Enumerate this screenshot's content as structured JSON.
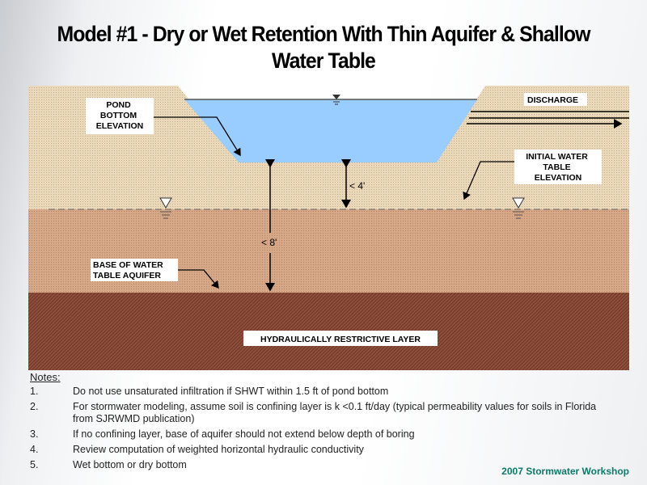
{
  "title": {
    "line1": "Model #1 - Dry or Wet Retention With Thin Aquifer & Shallow",
    "line2": "Water Table"
  },
  "diagram": {
    "labels": {
      "pond_bottom": [
        "POND",
        "BOTTOM",
        "ELEVATION"
      ],
      "discharge": "DISCHARGE",
      "initial_water_table": [
        "INITIAL WATER",
        "TABLE",
        "ELEVATION"
      ],
      "base_aquifer": [
        "BASE OF WATER",
        "TABLE AQUIFER"
      ],
      "restrictive_layer": "HYDRAULICALLY RESTRICTIVE LAYER",
      "dim_4ft": "< 4'",
      "dim_8ft": "< 8'"
    },
    "colors": {
      "water": "#99ccff",
      "upper_soil": "#e6d3b4",
      "aquifer": "#d2a283",
      "restrictive": "#8b4c3a"
    }
  },
  "notes": {
    "heading": "Notes:",
    "items": [
      {
        "num": "1.",
        "text": "Do not use unsaturated infiltration if SHWT within 1.5 ft of pond bottom"
      },
      {
        "num": "2.",
        "text": "For stormwater modeling, assume soil is confining layer is k <0.1 ft/day (typical permeability values for soils in Florida from SJRWMD publication)"
      },
      {
        "num": "3.",
        "text": "If no confining layer, base of aquifer should not extend below depth of boring"
      },
      {
        "num": "4.",
        "text": "Review computation of weighted horizontal hydraulic conductivity"
      },
      {
        "num": "5.",
        "text": "Wet bottom or dry bottom"
      }
    ]
  },
  "footer": "2007 Stormwater Workshop"
}
